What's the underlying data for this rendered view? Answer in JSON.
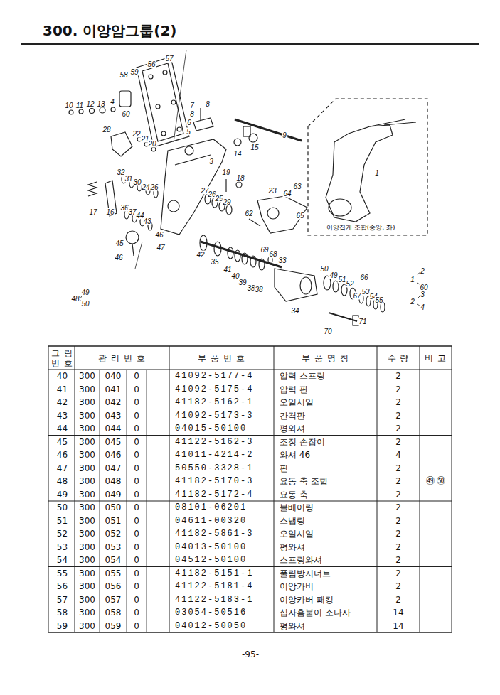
{
  "diagram": {
    "title": "300. 이앙암그룹(2)",
    "nodes": [
      {
        "text": [
          "이앙집게 조합(중앙, 좌)"
        ]
      }
    ],
    "labels": [
      "57",
      "59",
      "58",
      "56",
      "10",
      "11",
      "12",
      "13",
      "4",
      "60",
      "7",
      "8",
      "8",
      "6",
      "5",
      "28",
      "22",
      "21",
      "20",
      "9",
      "3",
      "14",
      "15",
      "1",
      "32",
      "31",
      "30",
      "24",
      "26",
      "19",
      "18",
      "17",
      "16",
      "36",
      "37",
      "44",
      "43",
      "27",
      "26",
      "25",
      "29",
      "23",
      "64",
      "63",
      "65",
      "62",
      "46",
      "45",
      "46",
      "47",
      "42",
      "35",
      "41",
      "40",
      "39",
      "38",
      "38",
      "69",
      "68",
      "33",
      "50",
      "49",
      "51",
      "52",
      "66",
      "67",
      "53",
      "54",
      "55",
      "34",
      "70",
      "71",
      "48",
      "49",
      "50",
      "1",
      "2",
      "60",
      "2",
      "3",
      "4",
      "그 림 번 호",
      "관 리 번 호",
      "부 품 번 호",
      "부 품 명 칭",
      "수 량",
      "비 고",
      "40",
      "300",
      "040",
      "0",
      "41092-5177-4",
      "압력 스프링",
      "2",
      "41",
      "300",
      "041",
      "0",
      "41092-5175-4",
      "압력 판",
      "2",
      "42",
      "300",
      "042",
      "0",
      "41182-5162-1",
      "오일시일",
      "2",
      "43",
      "300",
      "043",
      "0",
      "41092-5173-3",
      "간격판",
      "2",
      "44",
      "300",
      "044",
      "0",
      "04015-50100",
      "평와셔",
      "2",
      "45",
      "300",
      "045",
      "0",
      "41122-5162-3",
      "조정 손잡이",
      "2",
      "46",
      "300",
      "046",
      "0",
      "41011-4214-2",
      "와셔 46",
      "4",
      "47",
      "300",
      "047",
      "0",
      "50550-3328-1",
      "핀",
      "2",
      "48",
      "300",
      "048",
      "0",
      "41182-5170-3",
      "요동 축 조합",
      "2",
      "㊾ ㊿",
      "49",
      "300",
      "049",
      "0",
      "41182-5172-4",
      "요동 축",
      "2",
      "50",
      "300",
      "050",
      "0",
      "08101-06201",
      "볼베어링",
      "2",
      "51",
      "300",
      "051",
      "0",
      "04611-00320",
      "스냅링",
      "2",
      "52",
      "300",
      "052",
      "0",
      "41182-5861-3",
      "오일시일",
      "2",
      "53",
      "300",
      "053",
      "0",
      "04013-50100",
      "평와셔",
      "2",
      "54",
      "300",
      "054",
      "0",
      "04512-50100",
      "스프링와셔",
      "2",
      "55",
      "300",
      "055",
      "0",
      "41182-5151-1",
      "풀림방지너트",
      "2",
      "56",
      "300",
      "056",
      "0",
      "41122-5181-4",
      "이앙카버",
      "2",
      "57",
      "300",
      "057",
      "0",
      "41122-5183-1",
      "이앙카버 패킹",
      "2",
      "58",
      "300",
      "058",
      "0",
      "03054-50516",
      "십자홈붙이 소나사",
      "14",
      "59",
      "300",
      "059",
      "0",
      "04012-50050",
      "평와셔",
      "14",
      "-95-"
    ]
  }
}
